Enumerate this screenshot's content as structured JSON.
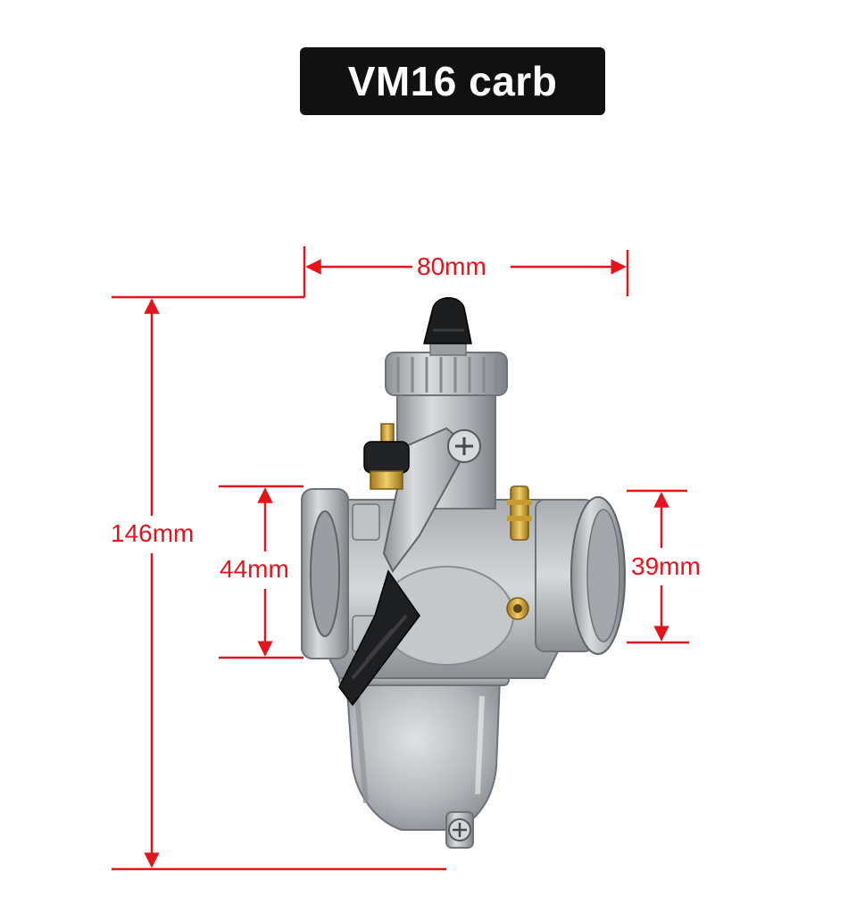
{
  "title": "VM16 carb",
  "dimensions": {
    "width": "80mm",
    "height": "146mm",
    "inlet": "44mm",
    "outlet": "39mm"
  },
  "colors": {
    "dimension_line": "#e3141b",
    "title_background": "#111111",
    "title_text": "#ffffff",
    "metal": "#b9bcbf"
  },
  "icons": {
    "product": "carburetor-illustration"
  }
}
